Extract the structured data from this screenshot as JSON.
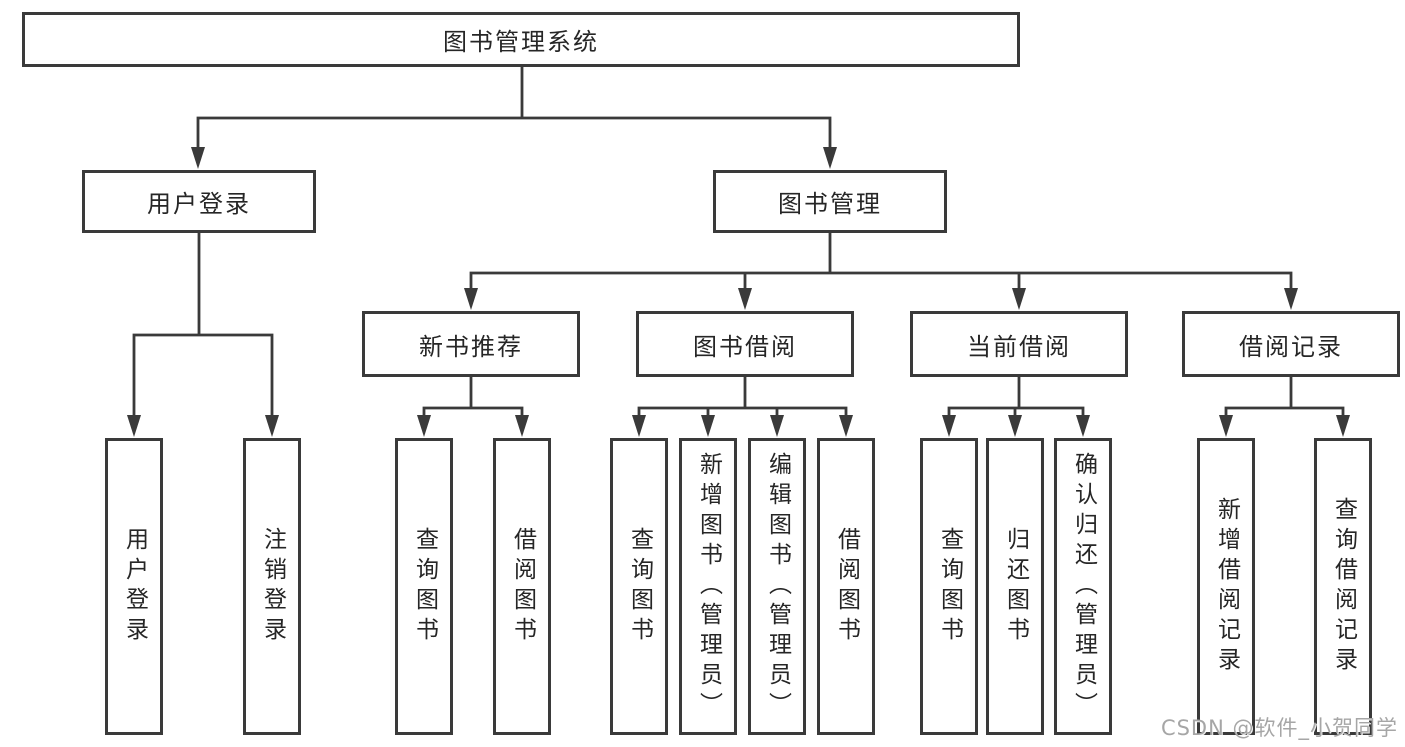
{
  "diagram_title": "图书管理系统",
  "tree": {
    "root": {
      "label": "图书管理系统"
    },
    "branches": [
      {
        "label": "用户登录",
        "leaves": [
          {
            "label": "用户登录"
          },
          {
            "label": "注销登录"
          }
        ]
      },
      {
        "label": "图书管理",
        "sections": [
          {
            "label": "新书推荐",
            "leaves": [
              {
                "label": "查询图书"
              },
              {
                "label": "借阅图书"
              }
            ]
          },
          {
            "label": "图书借阅",
            "leaves": [
              {
                "label": "查询图书"
              },
              {
                "label": "新增图书（管理员）"
              },
              {
                "label": "编辑图书（管理员）"
              },
              {
                "label": "借阅图书"
              }
            ]
          },
          {
            "label": "当前借阅",
            "leaves": [
              {
                "label": "查询图书"
              },
              {
                "label": "归还图书"
              },
              {
                "label": "确认归还（管理员）"
              }
            ]
          },
          {
            "label": "借阅记录",
            "leaves": [
              {
                "label": "新增借阅记录"
              },
              {
                "label": "查询借阅记录"
              }
            ]
          }
        ]
      }
    ]
  },
  "watermark": {
    "text": "CSDN @软件_小贺同学"
  },
  "colors": {
    "line": "#3a3a3a",
    "box_border": "#3a3a3a",
    "text": "#262626",
    "background": "#ffffff",
    "watermark": "#a6a6a6"
  }
}
